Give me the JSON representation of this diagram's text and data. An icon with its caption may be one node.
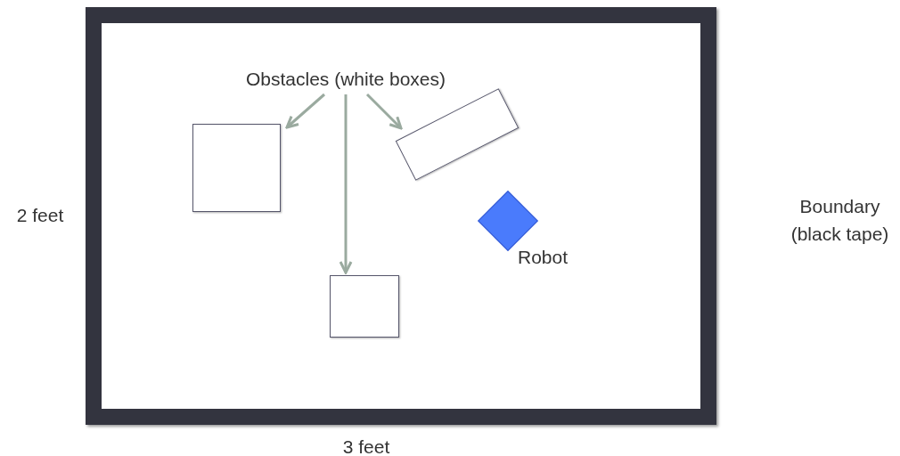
{
  "diagram": {
    "nodes": [
      {
        "text": [],
        "shape": "box"
      },
      {
        "text": [
          "Obstacles (white boxes)"
        ],
        "in": 0
      },
      {
        "text": [],
        "shape": "box",
        "in": 0
      },
      {
        "text": [],
        "shape": "box",
        "in": 0
      },
      {
        "text": [],
        "shape": "box",
        "in": 0
      },
      {
        "text": [],
        "shape": "diamond",
        "in": 0,
        "beside": [
          "Robot"
        ]
      }
    ],
    "edges": [
      {
        "from": 1,
        "to": 2,
        "arrow": "to"
      },
      {
        "from": 1,
        "to": 4,
        "arrow": "to"
      },
      {
        "from": 1,
        "to": 3,
        "arrow": "to"
      }
    ],
    "labels": [
      "2 feet",
      "Boundary (black tape)",
      "3 feet"
    ]
  }
}
